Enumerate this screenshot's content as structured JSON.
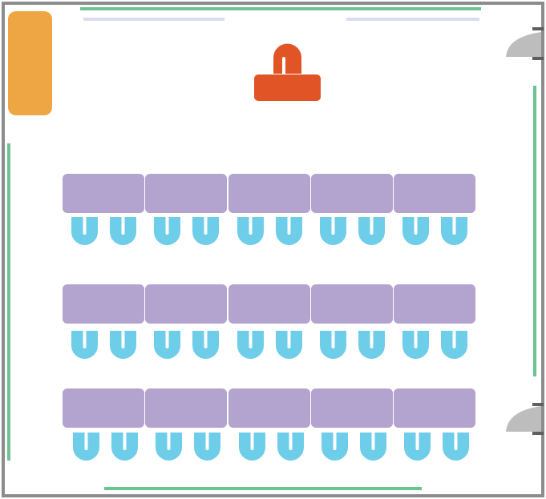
{
  "diagram": {
    "type": "classroom-floor-plan",
    "colors": {
      "wall": "#8c8c8c",
      "door_leaf": "#bdbdbd",
      "door_frame": "#5f5f5f",
      "whiteboard": "#6cc490",
      "projector_screen": "#dadcf0",
      "cabinet": "#eea644",
      "teacher": "#e05426",
      "student_table": "#b3a3cf",
      "student_chair": "#6ecde8"
    },
    "layout": {
      "table_rows": 3,
      "tables_per_row": 5,
      "chairs_per_table": 2
    },
    "elements": {
      "cabinet": "storage-cabinet",
      "teacher_desk": "teacher-desk",
      "teacher_chair": "teacher-chair",
      "doors": [
        "door-top-right",
        "door-bottom-right"
      ],
      "whiteboards": [
        "whiteboard-top",
        "whiteboard-right",
        "whiteboard-left",
        "whiteboard-bottom"
      ],
      "screens": [
        "projector-screen-left",
        "projector-screen-right"
      ]
    }
  }
}
